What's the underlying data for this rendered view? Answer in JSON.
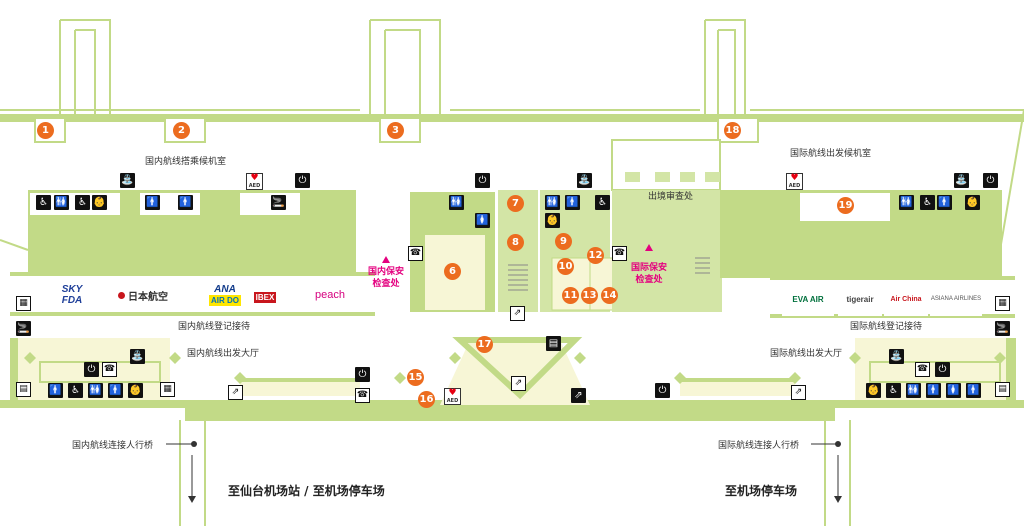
{
  "areas": {
    "domestic_waiting": "国内航线搭乘候机室",
    "international_waiting": "国际航线出发候机室",
    "immigration": "出境审查处",
    "domestic_security": "国内保安\n检查处",
    "international_security": "国际保安\n检查处",
    "domestic_checkin": "国内航线登记接待",
    "international_checkin": "国际航线登记接待",
    "domestic_departure_hall": "国内航线出发大厅",
    "international_departure_hall": "国际航线出发大厅",
    "domestic_bridge": "国内航线连接人行桥",
    "international_bridge": "国际航线连接人行桥"
  },
  "exits": {
    "left": "至仙台机场站 / 至机场停车场",
    "right": "至机场停车场"
  },
  "markers": [
    "1",
    "2",
    "3",
    "6",
    "7",
    "8",
    "9",
    "10",
    "11",
    "12",
    "13",
    "14",
    "15",
    "16",
    "17",
    "18",
    "19"
  ],
  "airlines": {
    "domestic": [
      "SKY",
      "FDA",
      "日本航空",
      "ANA",
      "AIR DO",
      "IBEX",
      "peach"
    ],
    "international": [
      "EVA AIR",
      "tigerair",
      "Air China",
      "ASIANA AIRLINES"
    ]
  },
  "icons": {
    "aed": "AED",
    "restroom": "restroom-icon",
    "accessible": "wheelchair-icon",
    "baby": "baby-care-icon",
    "smoking": "smoking-icon",
    "power": "power-outlet-icon",
    "fountain": "drinking-fountain-icon",
    "elevator": "elevator-icon",
    "escalator": "escalator-icon",
    "phone": "phone-icon",
    "locker": "locker-icon",
    "atm": "atm-icon"
  },
  "colors": {
    "floor": "#d3e5a6",
    "wall": "#c2da87",
    "hall": "#f7f6d6",
    "marker": "#ec6c1f",
    "security": "#e4007f"
  }
}
